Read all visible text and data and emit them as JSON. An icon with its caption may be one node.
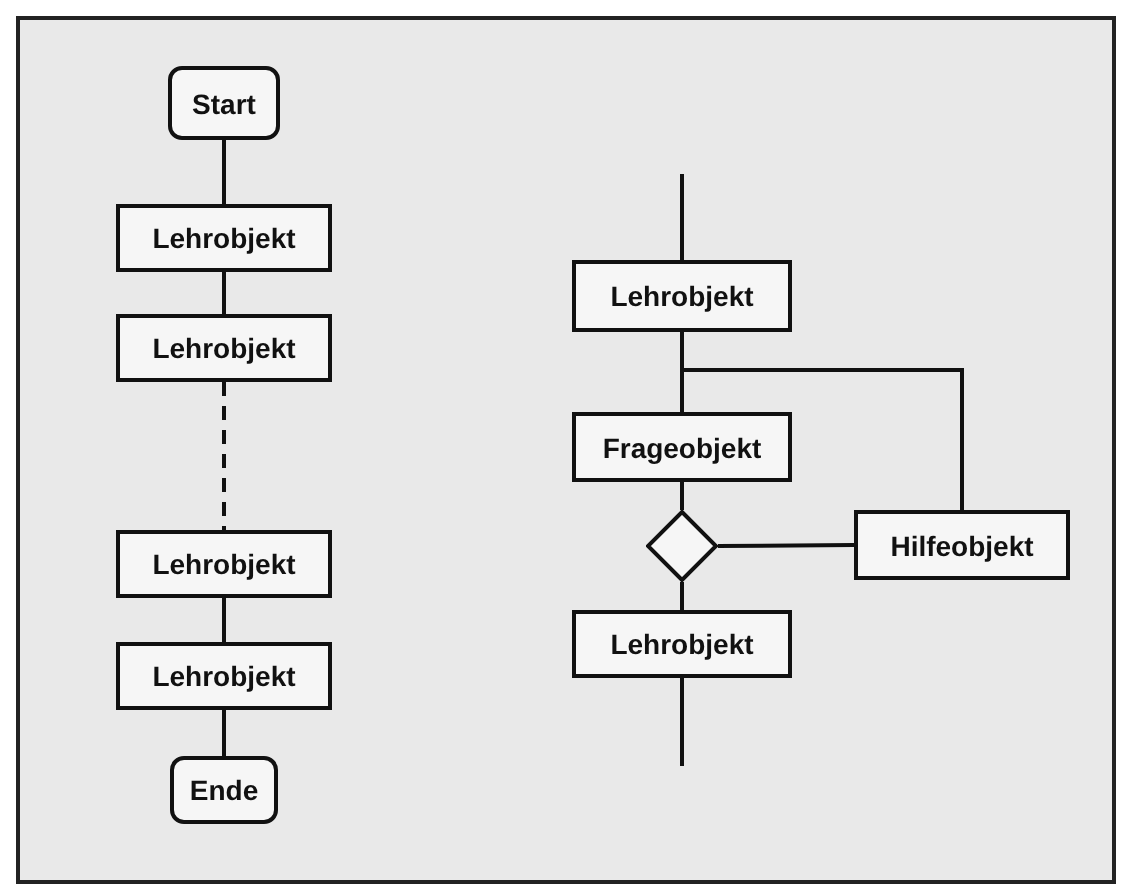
{
  "diagram": {
    "nodes": [
      {
        "text": [
          "Start"
        ]
      },
      {
        "text": [
          "Lehrobjekt"
        ]
      },
      {
        "text": [
          "Lehrobjekt"
        ]
      },
      {
        "text": [
          "Lehrobjekt"
        ]
      },
      {
        "text": [
          "Lehrobjekt"
        ]
      },
      {
        "text": [
          "Ende"
        ]
      },
      {
        "text": [
          "Lehrobjekt"
        ]
      },
      {
        "text": [
          "Frageobjekt"
        ]
      },
      {
        "text": [],
        "shape": "diamond"
      },
      {
        "text": [
          "Hilfeobjekt"
        ]
      },
      {
        "text": [
          "Lehrobjekt"
        ]
      }
    ],
    "edges": [
      {
        "from": 0,
        "to": 1,
        "arrow": "none"
      },
      {
        "from": 1,
        "to": 2,
        "arrow": "none"
      },
      {
        "from": 2,
        "to": 3,
        "arrow": "none",
        "style": "dashed"
      },
      {
        "from": 3,
        "to": 4,
        "arrow": "none"
      },
      {
        "from": 4,
        "to": 5,
        "arrow": "none"
      },
      {
        "from": null,
        "to": 6,
        "arrow": "none"
      },
      {
        "from": 6,
        "to": 7,
        "arrow": "none"
      },
      {
        "from": 6,
        "to": 9,
        "arrow": "none"
      },
      {
        "from": 7,
        "to": 8,
        "arrow": "none"
      },
      {
        "from": 8,
        "to": 9,
        "arrow": "none"
      },
      {
        "from": 8,
        "to": 10,
        "arrow": "none"
      },
      {
        "from": 10,
        "to": null,
        "arrow": "none"
      }
    ]
  }
}
